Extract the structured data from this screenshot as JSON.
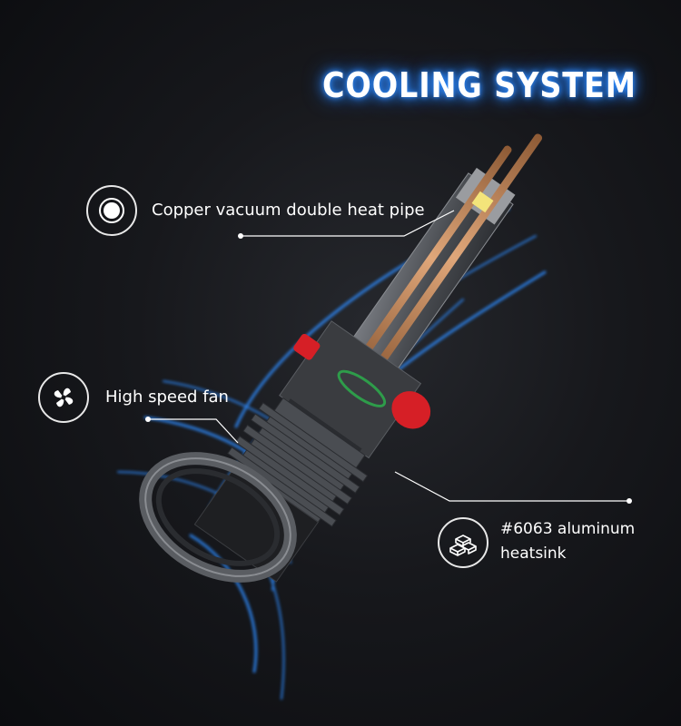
{
  "title": "COOLING SYSTEM",
  "features": {
    "heat_pipe": {
      "label": "Copper vacuum double heat pipe",
      "icon": "circle-dot-icon"
    },
    "fan": {
      "label": "High speed fan",
      "icon": "fan-icon"
    },
    "heatsink": {
      "line1": "#6063 aluminum",
      "line2": "heatsink",
      "icon": "aluminum-blocks-icon"
    }
  },
  "colors": {
    "glow": "#2f8cff",
    "copper": "#c98a5a",
    "red_cap": "#d61f26",
    "background": "#15161a"
  }
}
